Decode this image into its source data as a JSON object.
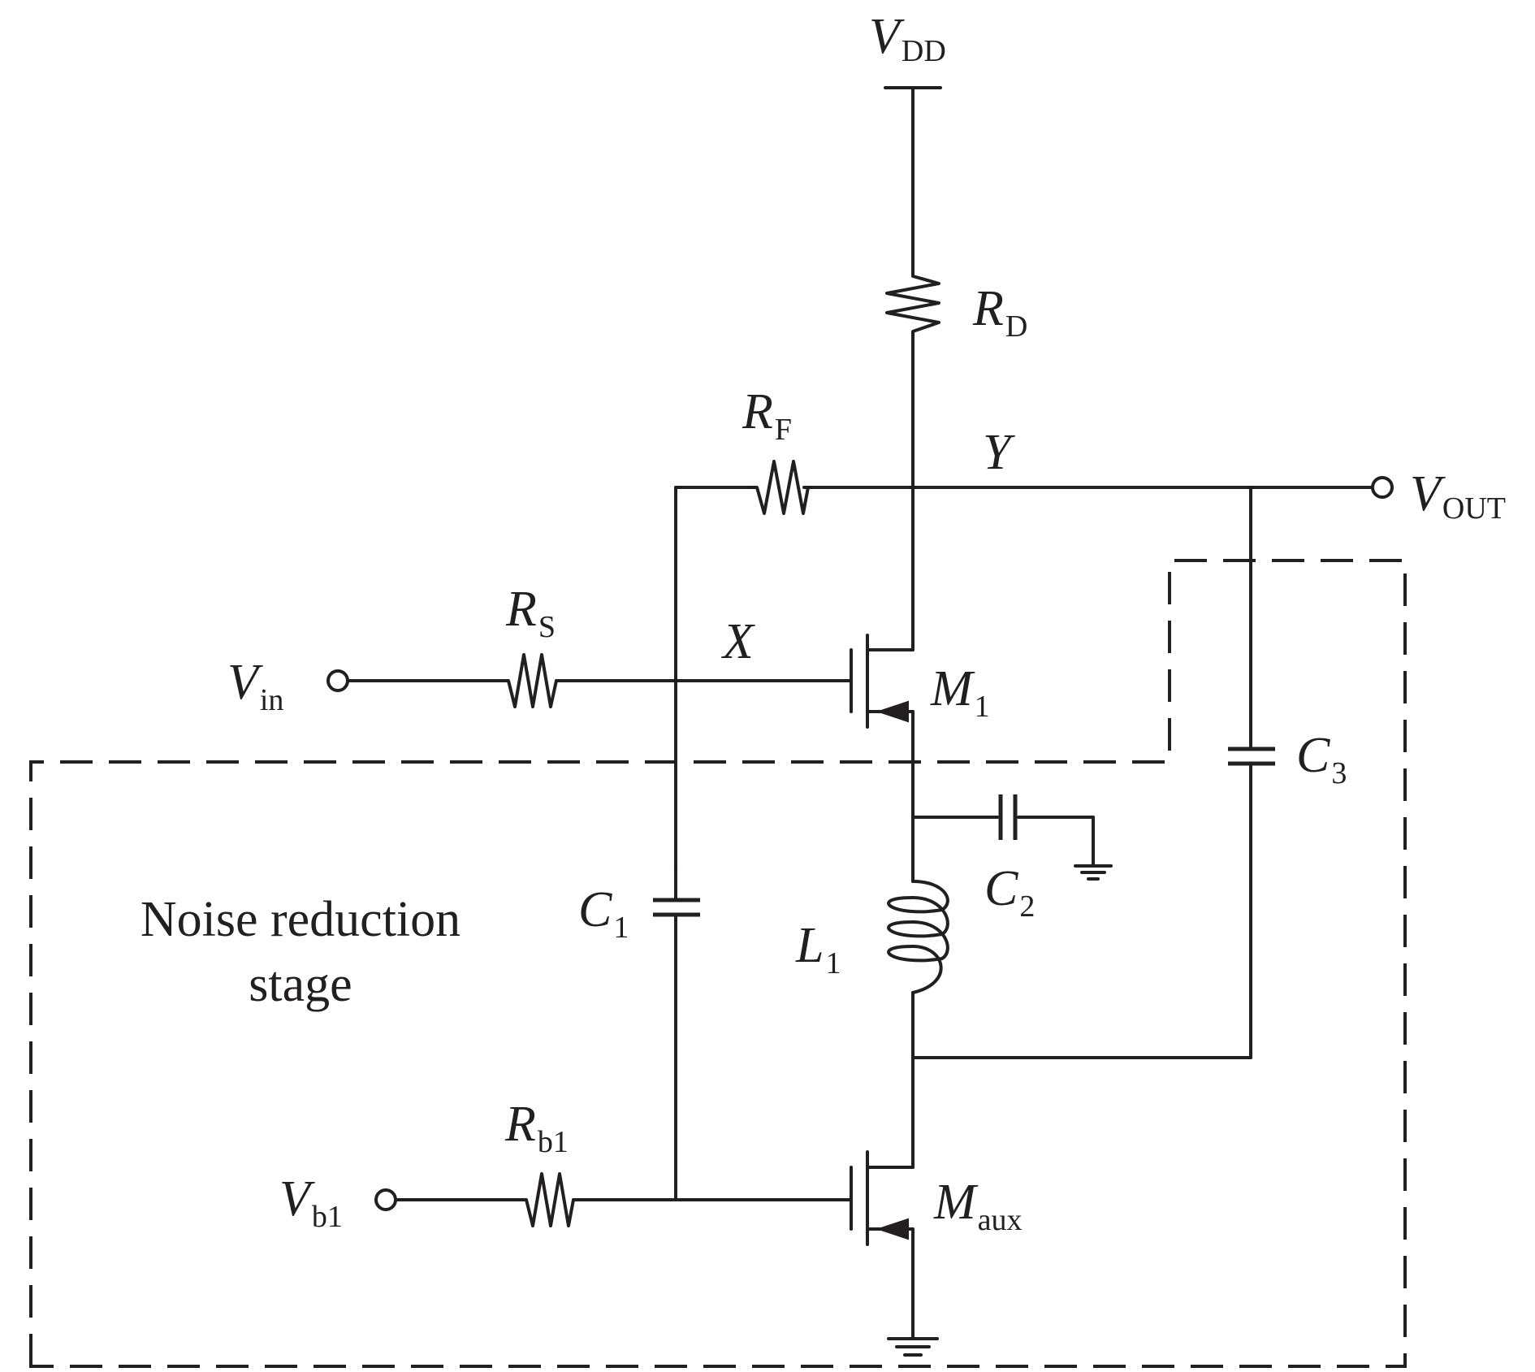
{
  "labels": {
    "vdd": {
      "main": "V",
      "sub": "DD"
    },
    "rd": {
      "main": "R",
      "sub": "D"
    },
    "rf": {
      "main": "R",
      "sub": "F"
    },
    "y": {
      "main": "Y"
    },
    "vout": {
      "main": "V",
      "sub": "OUT"
    },
    "rs": {
      "main": "R",
      "sub": "S"
    },
    "x": {
      "main": "X"
    },
    "vin": {
      "main": "V",
      "sub": "in"
    },
    "m1": {
      "main": "M",
      "sub": "1"
    },
    "c3": {
      "main": "C",
      "sub": "3"
    },
    "c2": {
      "main": "C",
      "sub": "2"
    },
    "c1": {
      "main": "C",
      "sub": "1"
    },
    "l1": {
      "main": "L",
      "sub": "1"
    },
    "rb1": {
      "main": "R",
      "sub": "b1"
    },
    "vb1": {
      "main": "V",
      "sub": "b1"
    },
    "maux": {
      "main": "M",
      "sub": "aux"
    }
  },
  "stage": {
    "line1": "Noise reduction",
    "line2": "stage"
  }
}
